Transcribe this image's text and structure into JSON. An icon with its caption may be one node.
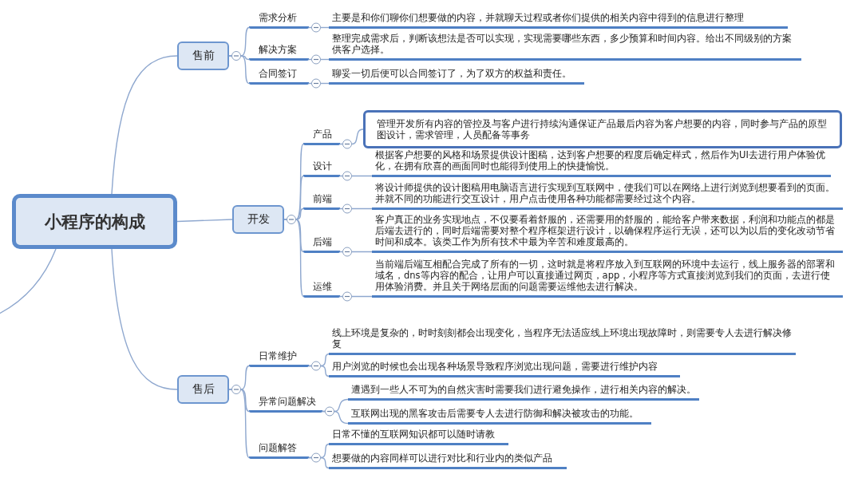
{
  "diagram": {
    "nodes": [
      {
        "text": [
          "小程序的构成"
        ]
      },
      {
        "text": [
          "售前"
        ]
      },
      {
        "text": [
          "需求分析"
        ]
      },
      {
        "text": [
          "主要是和你们聊你们想要做的内容，并就聊天过程或者你们提供的相关内容中得到的信息进行整理"
        ]
      },
      {
        "text": [
          "解决方案"
        ]
      },
      {
        "text": [
          "整理完成需求后，判断该想法是否可以实现，实现需要哪些东西，多少预算和时间内容。给出不同级别的方案供客户选择。"
        ]
      },
      {
        "text": [
          "合同签订"
        ]
      },
      {
        "text": [
          "聊妥一切后便可以合同签订了，为了双方的权益和责任。"
        ]
      },
      {
        "text": [
          "开发"
        ]
      },
      {
        "text": [
          "产品"
        ]
      },
      {
        "text": [
          "管理开发所有内容的管控及与客户进行持续沟通保证产品最后内容为客户想要的内容，同时参与产品的原型图设计，需求管理，人员配备等事务"
        ]
      },
      {
        "text": [
          "设计"
        ]
      },
      {
        "text": [
          "根据客户想要的风格和场景提供设计图稿，达到客户想要的程度后确定样式，然后作为UI去进行用户体验优化，在拥有欣喜的画面同时也能得到使用上的快捷愉悦。"
        ]
      },
      {
        "text": [
          "前端"
        ]
      },
      {
        "text": [
          "将设计师提供的设计图稿用电脑语言进行实现到互联网中，使我们可以在网络上进行浏览到想要看到的页面。并就不同的功能进行交互设计，用户点击使用各种功能都需要经过这个内容。"
        ]
      },
      {
        "text": [
          "后端"
        ]
      },
      {
        "text": [
          "客户真正的业务实现地点，不仅要看着舒服的，还需要用的舒服的，能给客户带来数据，利润和功能点的都是后端去进行的，同时后端需要对整个程序框架进行设计，以确保程序运行无误，还可以为以后的变化改动节省时间和成本。该类工作为所有技术中最为辛苦和难度最高的。"
        ]
      },
      {
        "text": [
          "运维"
        ]
      },
      {
        "text": [
          "当前端后端互相配合完成了所有的一切，这时就是将程序放入到互联网的环境中去运行，线上服务器的部署和域名，dns等内容的配合，让用户可以直接通过网页，app，小程序等方式直接浏览到我们的页面，去进行使用体验消费。并且关于网络层面的问题需要运维他去进行解决。"
        ]
      },
      {
        "text": [
          "售后"
        ]
      },
      {
        "text": [
          "日常维护"
        ]
      },
      {
        "text": [
          "线上环境是复杂的，时时刻刻都会出现变化，当程序无法适应线上环境出现故障时，则需要专人去进行解决修复"
        ]
      },
      {
        "text": [
          "用户浏览的时候也会出现各种场景导致程序浏览出现问题，需要进行维护内容"
        ]
      },
      {
        "text": [
          "异常问题解决"
        ]
      },
      {
        "text": [
          "遭遇到一些人不可为的自然灾害时需要我们进行避免操作，进行相关内容的解决。"
        ]
      },
      {
        "text": [
          "互联网出现的黑客攻击后需要专人去进行防御和解决被攻击的功能。"
        ]
      },
      {
        "text": [
          "问题解答"
        ]
      },
      {
        "text": [
          "日常不懂的互联网知识都可以随时请教"
        ]
      },
      {
        "text": [
          "想要做的内容同样可以进行对比和行业内的类似产品"
        ]
      }
    ],
    "edges": [
      {
        "from": 0,
        "to": 1,
        "arrow": "none"
      },
      {
        "from": 0,
        "to": 8,
        "arrow": "none"
      },
      {
        "from": 0,
        "to": 19,
        "arrow": "none"
      },
      {
        "from": 0,
        "to": null,
        "arrow": "none"
      },
      {
        "from": 1,
        "to": 2,
        "arrow": "none"
      },
      {
        "from": 1,
        "to": 4,
        "arrow": "none"
      },
      {
        "from": 1,
        "to": 6,
        "arrow": "none"
      },
      {
        "from": 2,
        "to": 3,
        "arrow": "none"
      },
      {
        "from": 4,
        "to": 5,
        "arrow": "none"
      },
      {
        "from": 6,
        "to": 7,
        "arrow": "none"
      },
      {
        "from": 8,
        "to": 9,
        "arrow": "none"
      },
      {
        "from": 8,
        "to": 11,
        "arrow": "none"
      },
      {
        "from": 8,
        "to": 13,
        "arrow": "none"
      },
      {
        "from": 8,
        "to": 15,
        "arrow": "none"
      },
      {
        "from": 8,
        "to": 17,
        "arrow": "none"
      },
      {
        "from": 9,
        "to": 10,
        "arrow": "none"
      },
      {
        "from": 11,
        "to": 12,
        "arrow": "none"
      },
      {
        "from": 13,
        "to": 14,
        "arrow": "none"
      },
      {
        "from": 15,
        "to": 16,
        "arrow": "none"
      },
      {
        "from": 17,
        "to": 18,
        "arrow": "none"
      },
      {
        "from": 19,
        "to": 20,
        "arrow": "none"
      },
      {
        "from": 19,
        "to": 23,
        "arrow": "none"
      },
      {
        "from": 19,
        "to": 26,
        "arrow": "none"
      },
      {
        "from": 20,
        "to": 21,
        "arrow": "none"
      },
      {
        "from": 20,
        "to": 22,
        "arrow": "none"
      },
      {
        "from": 23,
        "to": 24,
        "arrow": "none"
      },
      {
        "from": 23,
        "to": 25,
        "arrow": "none"
      },
      {
        "from": 26,
        "to": 27,
        "arrow": "none"
      },
      {
        "from": 26,
        "to": 28,
        "arrow": "none"
      }
    ]
  }
}
